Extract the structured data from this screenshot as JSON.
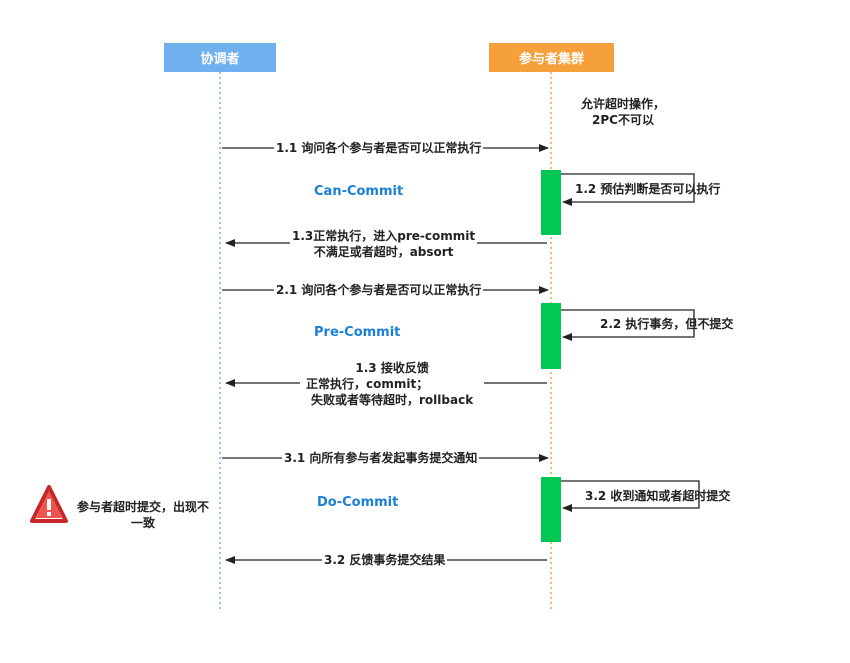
{
  "lanes": {
    "coordinator": "协调者",
    "participants": "参与者集群"
  },
  "colors": {
    "coordinator": "#6fb1ef",
    "participants": "#f5a03a",
    "activation": "#00c853",
    "phase_text": "#1a7fd6",
    "warning": "#e53935"
  },
  "note_top": {
    "line1": "允许超时操作，",
    "line2": "2PC不可以"
  },
  "phases": {
    "can_commit": "Can-Commit",
    "pre_commit": "Pre-Commit",
    "do_commit": "Do-Commit"
  },
  "messages": {
    "m1_1": "1.1 询问各个参与者是否可以正常执行",
    "m1_2": "1.2 预估判断是否可以执行",
    "m1_3_line1": "1.3正常执行，进入pre-commit",
    "m1_3_line2": "不满足或者超时，absort",
    "m2_1": "2.1 询问各个参与者是否可以正常执行",
    "m2_2": "2.2 执行事务，但不提交",
    "m2_3_line1": "1.3 接收反馈",
    "m2_3_line2": "正常执行，commit；",
    "m2_3_line3": "失败或者等待超时，rollback",
    "m3_1": "3.1 向所有参与者发起事务提交通知",
    "m3_2a": "3.2 收到通知或者超时提交",
    "m3_2b": "3.2 反馈事务提交结果"
  },
  "warning_note": {
    "line1": "参与者超时提交，出现不",
    "line2": "一致",
    "icon": "warning-icon"
  }
}
